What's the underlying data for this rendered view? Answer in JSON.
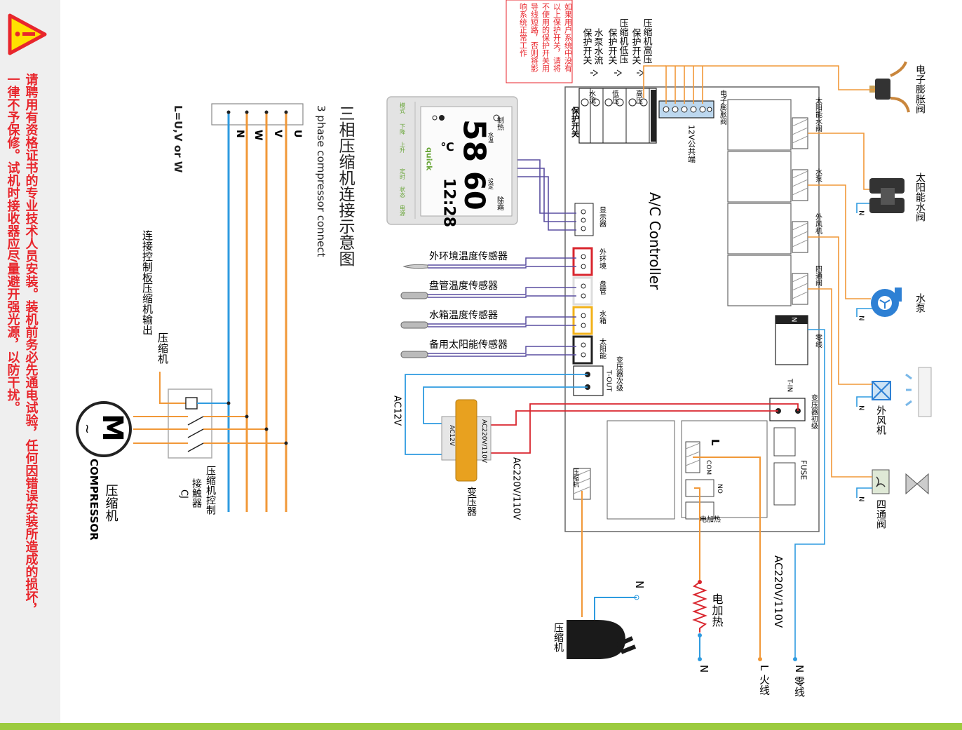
{
  "warning": {
    "line1": "请聘用有资格证书的专业技术人员安装。装机前务必先通电试验，任何因错误安装所造成的损坏，",
    "line2": "一律不予保修。试机时接收器应尽量避开强光源，以防干扰。",
    "color": "#e8262c"
  },
  "compressor_section": {
    "title_cn": "三相压缩机连接示意图",
    "title_en": "3 phase compressor connect",
    "lines": [
      "U",
      "V",
      "W",
      "N"
    ],
    "l_note": "L=U,V or W",
    "board_output_label": "连接控制板压缩机输出",
    "board_output_word": "压缩机",
    "contactor_label_1": "压缩机控制",
    "contactor_label_2": "接触器",
    "contactor_code": "CJ",
    "motor_symbol": "M",
    "motor_tilde": "~",
    "motor_cn": "压缩机",
    "motor_en": "COMPRESSOR"
  },
  "note_box": [
    "如果用户系统中没有",
    "以上保护开关，请将",
    "不使用的保护开关用",
    "导线短路，否则将影",
    "响系统正常工作"
  ],
  "protection": {
    "labels": [
      "压缩机高压",
      "保护开关",
      "压缩机低压",
      "保护开关",
      "水泵水流",
      "保护开关"
    ],
    "terminal_tags": [
      "高压",
      "低压",
      "水流"
    ],
    "block_label": "保护开关"
  },
  "display": {
    "reading_left": "58",
    "reading_right": "60",
    "clock": "12:28",
    "unit": "℃",
    "mode_top": "制热",
    "mode_top2": "除霜",
    "water": "水温",
    "set": "设定",
    "buttons": [
      "模式",
      "下降",
      "上升",
      "定时",
      "状态",
      "电源"
    ],
    "brand": "quick",
    "connector_label": "显示器"
  },
  "controller": {
    "title": "A/C Controller",
    "eev_label": "电子膨胀阀",
    "common_12v": "12V公共端",
    "relay_labels": [
      "太阳能水阀",
      "水泵",
      "外风机",
      "四通阀"
    ],
    "neutral_label": "零线",
    "neutral_tag": "N",
    "transformer_secondary": "变压器次级",
    "t_out": "T-OUT",
    "transformer_primary": "变压器初级",
    "t_in": "T-IN",
    "fuse": "FUSE",
    "l_label": "L",
    "com": "COM",
    "no": "NO",
    "heater_label": "电加热",
    "compressor_terminal": "压缩机"
  },
  "sensors": {
    "names": [
      "外环境温度传感器",
      "盘管温度传感器",
      "水箱温度传感器",
      "备用太阳能传感器"
    ],
    "ports": [
      "外环境",
      "盘管",
      "水箱",
      "太阳能"
    ]
  },
  "transformer": {
    "primary": "AC220V/110V",
    "secondary": "AC12V",
    "label": "变压器",
    "ac12v_wire": "AC12V",
    "ac220_wire": "AC220V/110V"
  },
  "right_devices": {
    "eev": "电子膨胀阀",
    "solar_valve": "太阳能水阀",
    "pump": "水泵",
    "fan": "外风机",
    "fourway": "四通阀",
    "n": "N"
  },
  "bottom": {
    "supply": "AC220V/110V",
    "n_line": "N 零线",
    "l_line": "L 火线",
    "heater": "电加热",
    "heater_n": "N",
    "compressor": "压缩机",
    "compressor_n": "N"
  },
  "colors": {
    "orange": "#f19838",
    "blue": "#2e9be0",
    "purple": "#5a4ea0",
    "red": "#d9262e",
    "black": "#222222",
    "yellow": "#f2b21a"
  }
}
